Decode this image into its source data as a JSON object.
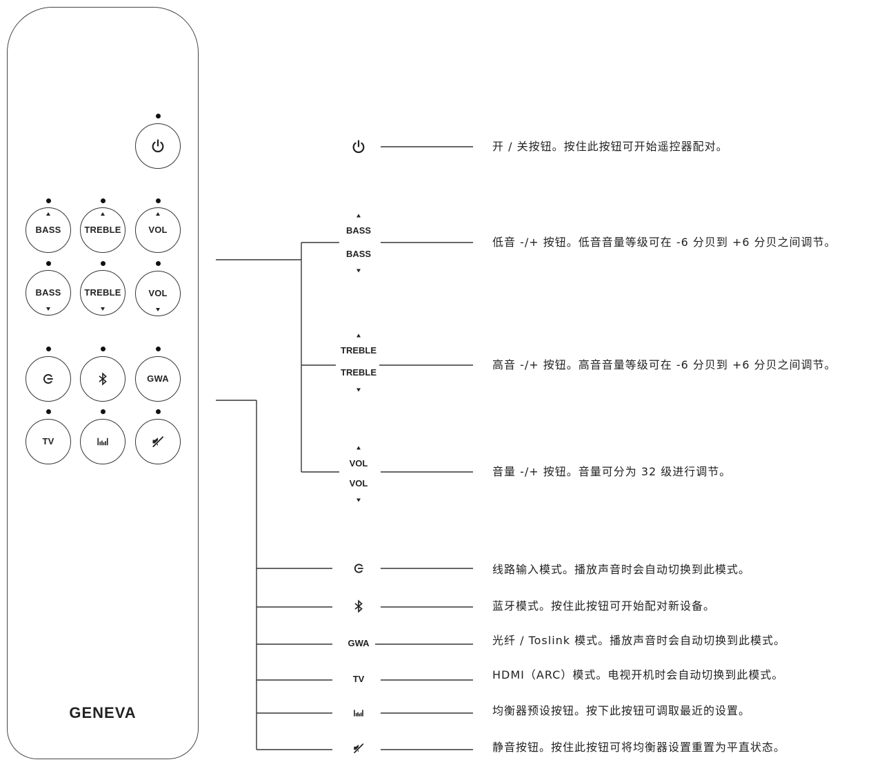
{
  "remote": {
    "brand": "GENEVA",
    "row1": [
      "BASS",
      "TREBLE",
      "VOL"
    ],
    "row2": [
      "BASS",
      "TREBLE",
      "VOL"
    ],
    "gwa_label": "GWA",
    "tv_label": "TV",
    "icons": {
      "power": "power-icon",
      "line_in": "line-in-icon",
      "bluetooth": "bluetooth-icon",
      "equalizer": "equalizer-icon",
      "mute": "mute-icon"
    }
  },
  "legend": {
    "power": {
      "icon": "power-icon",
      "description": "开 / 关按钮。按住此按钮可开始遥控器配对。"
    },
    "bass": {
      "up_label": "BASS",
      "down_label": "BASS",
      "description": "低音 -/+ 按钮。低音音量等级可在 -6 分贝到 +6 分贝之间调节。"
    },
    "treble": {
      "up_label": "TREBLE",
      "down_label": "TREBLE",
      "description": "高音 -/+ 按钮。高音音量等级可在 -6 分贝到 +6 分贝之间调节。"
    },
    "volume": {
      "up_label": "VOL",
      "down_label": "VOL",
      "description": "音量 -/+ 按钮。音量可分为 32 级进行调节。"
    },
    "line_in": {
      "icon": "line-in-icon",
      "description": "线路输入模式。播放声音时会自动切换到此模式。"
    },
    "bluetooth": {
      "icon": "bluetooth-icon",
      "description": "蓝牙模式。按住此按钮可开始配对新设备。"
    },
    "optical": {
      "label": "GWA",
      "description": "光纤 / Toslink 模式。播放声音时会自动切换到此模式。"
    },
    "hdmi": {
      "label": "TV",
      "description": "HDMI（ARC）模式。电视开机时会自动切换到此模式。"
    },
    "equalizer": {
      "icon": "equalizer-icon",
      "description": "均衡器预设按钮。按下此按钮可调取最近的设置。"
    },
    "mute": {
      "icon": "mute-icon",
      "description": "静音按钮。按住此按钮可将均衡器设置重置为平直状态。"
    }
  },
  "colors": {
    "ink": "#222222",
    "background": "#ffffff"
  }
}
